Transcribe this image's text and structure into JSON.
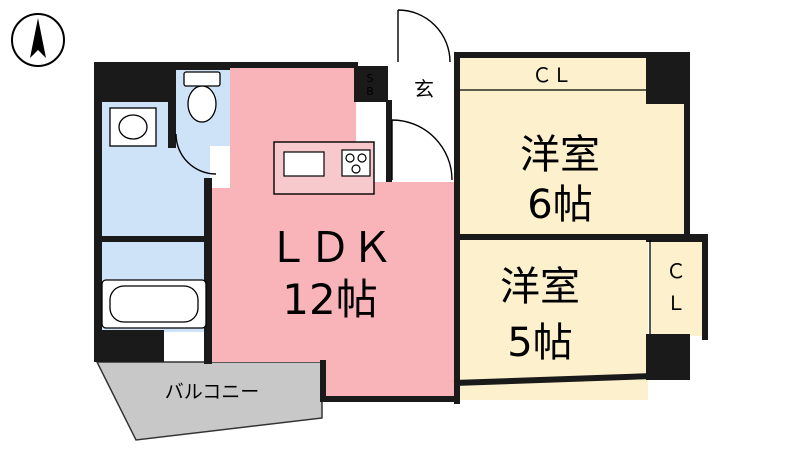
{
  "colors": {
    "ldk": "#f8b4b8",
    "western_room": "#fdf0cc",
    "wet_area": "#cfe3f8",
    "balcony": "#c8c8c8",
    "wall": "#1a1a1a"
  },
  "compass": {
    "icon": "north-arrow-icon"
  },
  "rooms": {
    "ldk": {
      "name": "ＬＤＫ",
      "size": "12帖"
    },
    "western_6": {
      "name": "洋室",
      "size": "6帖"
    },
    "western_5": {
      "name": "洋室",
      "size": "5帖"
    },
    "closet_top": {
      "label": "ＣＬ"
    },
    "closet_right": {
      "line1": "Ｃ",
      "line2": "Ｌ"
    },
    "entrance": {
      "label": "玄"
    },
    "shoe_box": {
      "line1": "S",
      "line2": "B"
    },
    "balcony": {
      "label": "バルコニー"
    }
  },
  "fixtures": {
    "toilet": "toilet-icon",
    "washbasin": "washbasin-icon",
    "bathtub": "bathtub-icon",
    "kitchen": "kitchen-counter-icon",
    "stove": "stove-icon"
  }
}
